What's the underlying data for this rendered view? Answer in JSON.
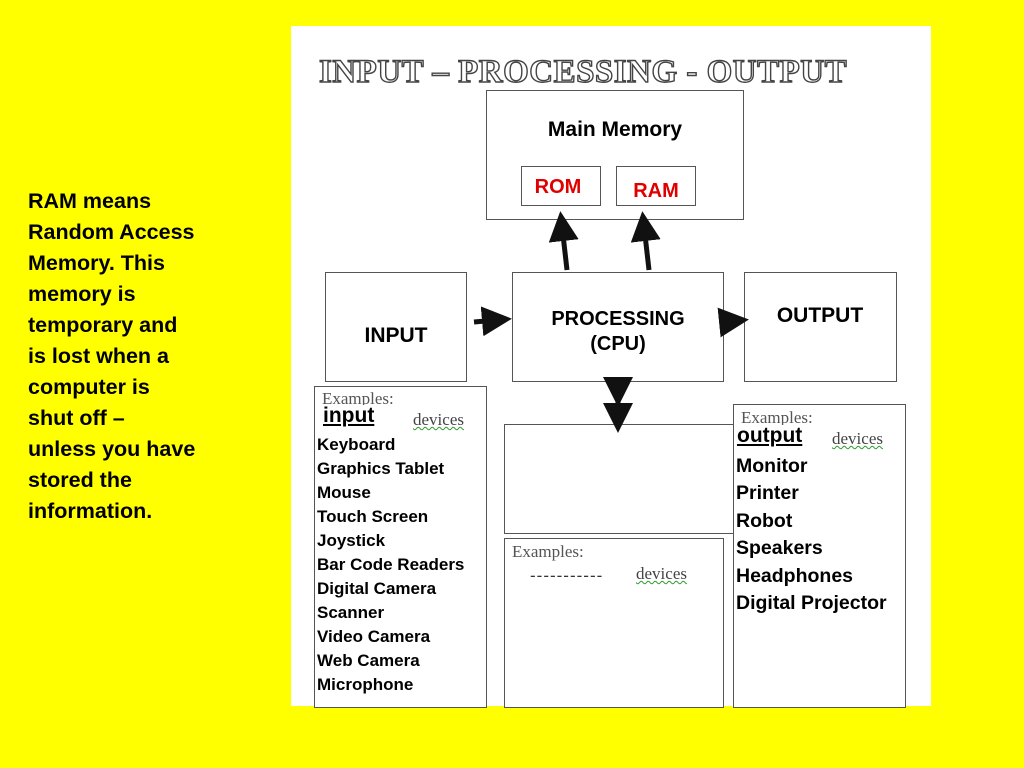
{
  "side_note": "RAM means\nRandom Access\nMemory.  This\nmemory is\ntemporary and\nis lost when a\ncomputer is\nshut off –\nunless you have\nstored the\ninformation.",
  "diagram": {
    "title": "INPUT – PROCESSING - OUTPUT",
    "main_memory": {
      "label": "Main Memory",
      "rom": "ROM",
      "ram": "RAM"
    },
    "input_label": "INPUT",
    "processing_label": "PROCESSING\n(CPU)",
    "output_label": "OUTPUT",
    "input_examples": {
      "header": "Examples:",
      "category": "input",
      "devices_word": "devices",
      "items": [
        "Keyboard",
        "Graphics Tablet",
        "Mouse",
        "Touch Screen",
        "Joystick",
        "Bar Code Readers",
        "Digital Camera",
        "Scanner",
        "Video Camera",
        "Web Camera",
        "Microphone"
      ]
    },
    "storage_examples": {
      "header": "Examples:",
      "dashes": "-----------",
      "devices_word": "devices"
    },
    "output_examples": {
      "header": "Examples:",
      "category": "output",
      "devices_word": "devices",
      "items": [
        "Monitor",
        "Printer",
        "Robot",
        "Speakers",
        "Headphones",
        "Digital Projector"
      ]
    }
  },
  "colors": {
    "background": "#ffff00",
    "rom_ram_text": "#e00000",
    "panel": "#ffffff"
  }
}
